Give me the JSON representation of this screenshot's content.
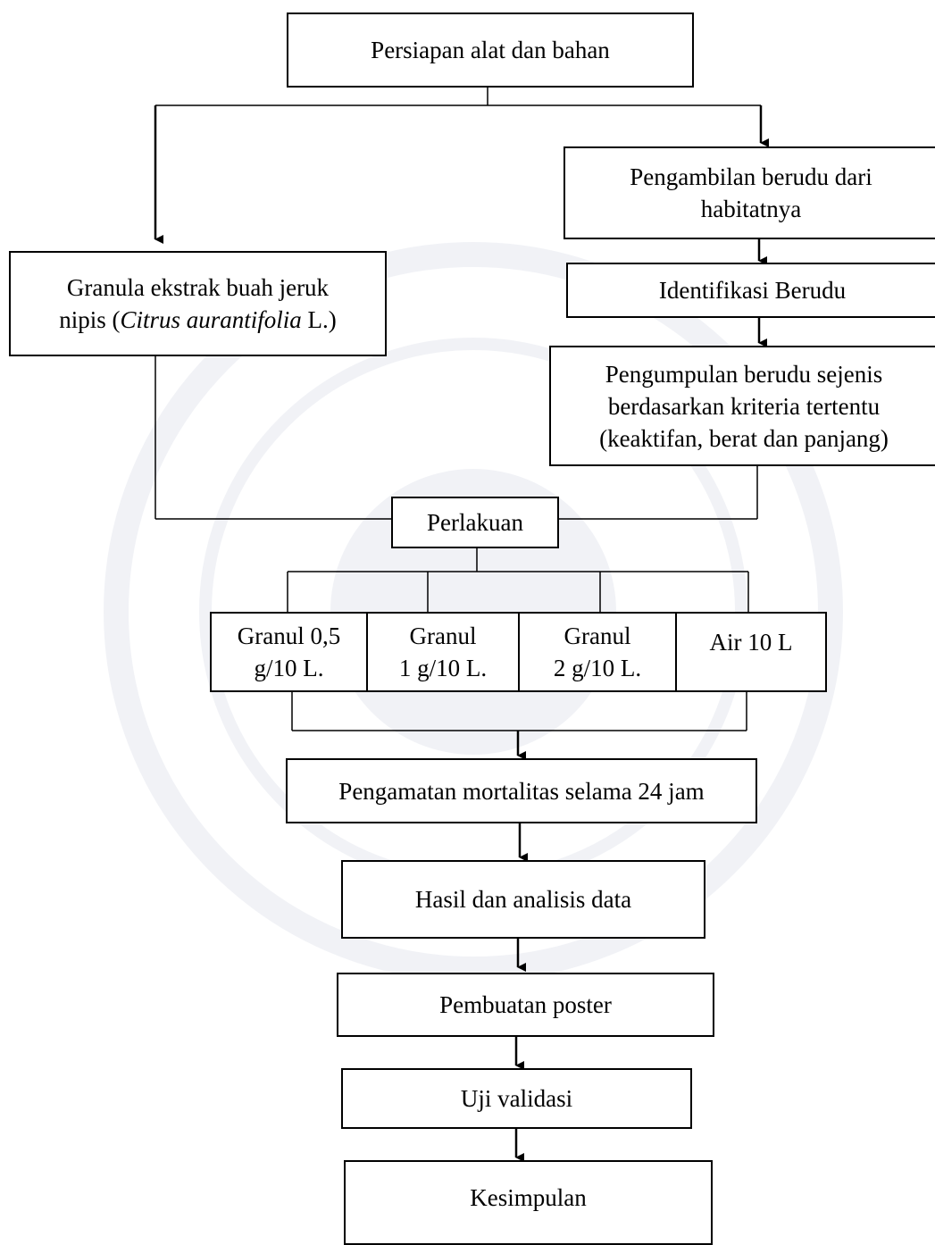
{
  "diagram": {
    "nodes": {
      "persiapan": "Persiapan alat dan bahan",
      "pengambilan_l1": "Pengambilan berudu dari",
      "pengambilan_l2": "habitatnya",
      "identifikasi": "Identifikasi Berudu",
      "pengumpulan_l1": "Pengumpulan berudu sejenis",
      "pengumpulan_l2": "berdasarkan kriteria tertentu",
      "pengumpulan_l3": "(keaktifan, berat dan panjang)",
      "granula_l1": "Granula ekstrak buah jeruk",
      "granula_l2_prefix": "nipis (",
      "granula_l2_italic": "Citrus aurantifolia",
      "granula_l2_suffix": " L.)",
      "perlakuan": "Perlakuan",
      "t1_l1": "Granul 0,5",
      "t1_l2": "g/10 L.",
      "t2_l1": "Granul",
      "t2_l2": "1 g/10 L.",
      "t3_l1": "Granul",
      "t3_l2": "2 g/10 L.",
      "t4": "Air 10 L",
      "pengamatan": "Pengamatan mortalitas selama 24 jam",
      "hasil": "Hasil dan analisis data",
      "poster": "Pembuatan poster",
      "uji": "Uji validasi",
      "kesimpulan": "Kesimpulan"
    }
  }
}
